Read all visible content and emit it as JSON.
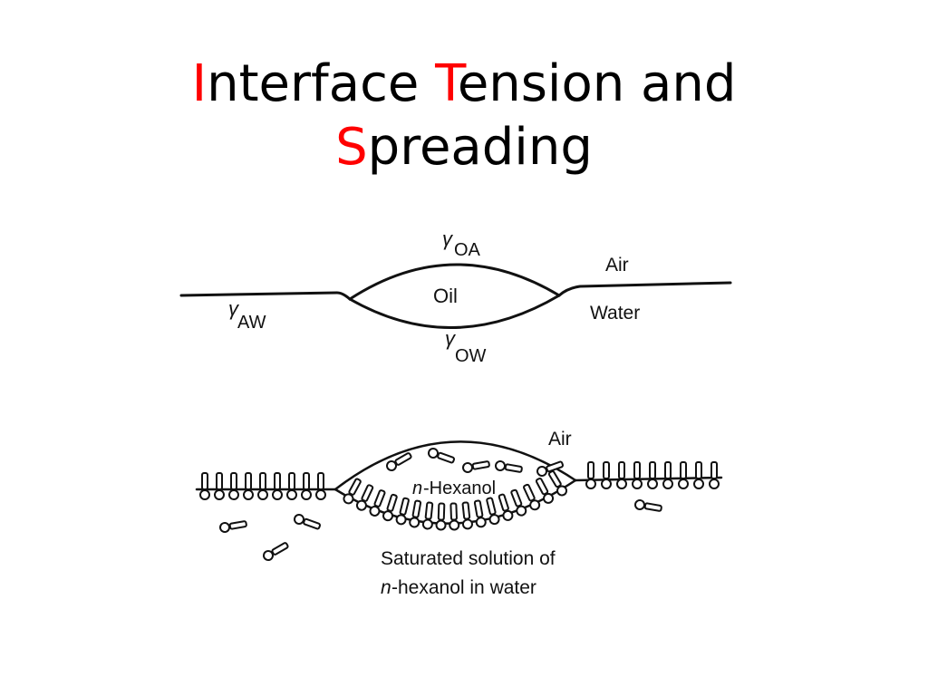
{
  "title": {
    "line1": [
      {
        "text": "I",
        "accent": true
      },
      {
        "text": "nterface ",
        "accent": false
      },
      {
        "text": "T",
        "accent": true
      },
      {
        "text": "ension and",
        "accent": false
      }
    ],
    "line2": [
      {
        "text": "S",
        "accent": true
      },
      {
        "text": "preading",
        "accent": false
      }
    ],
    "accent_color": "#ff0000"
  },
  "diagram1": {
    "gamma_oa": {
      "symbol": "γ",
      "sub": "OA"
    },
    "gamma_aw": {
      "symbol": "γ",
      "sub": "AW"
    },
    "gamma_ow": {
      "symbol": "γ",
      "sub": "OW"
    },
    "oil": "Oil",
    "air": "Air",
    "water": "Water"
  },
  "diagram2": {
    "air": "Air",
    "hexanol_italic": "n",
    "hexanol_rest": "-Hexanol",
    "caption_line1": "Saturated solution of",
    "caption_line2_italic": "n",
    "caption_line2_rest": "-hexanol in water"
  }
}
